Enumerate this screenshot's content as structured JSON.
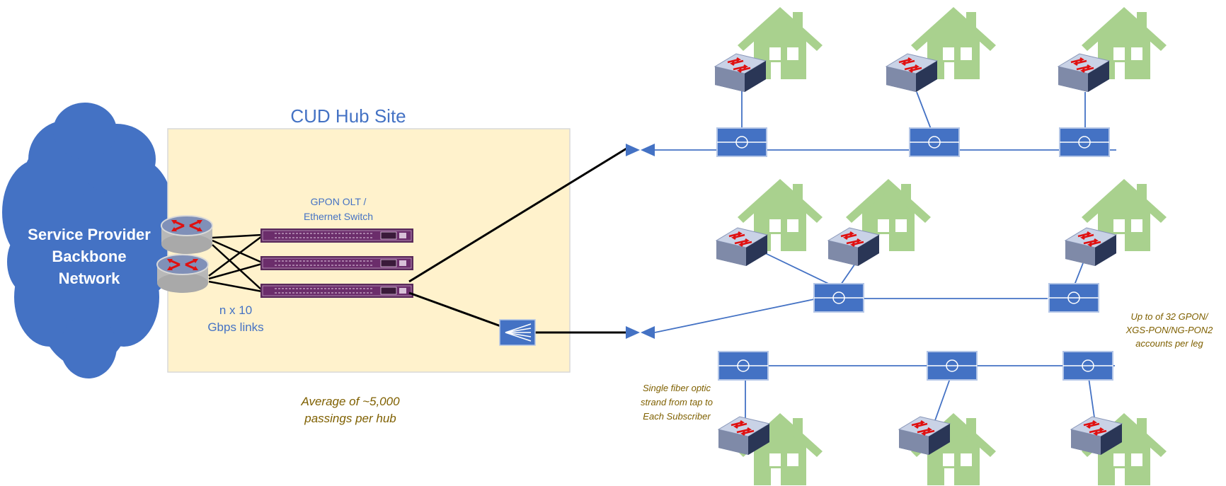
{
  "cloud": {
    "lines": [
      "Service Provider",
      "Backbone",
      "Network"
    ]
  },
  "hub": {
    "title": "CUD Hub Site"
  },
  "olt": {
    "lines": [
      "GPON OLT /",
      "Ethernet Switch"
    ]
  },
  "links": {
    "lines": [
      "n x 10",
      "Gbps links"
    ]
  },
  "notes": {
    "passings": [
      "Average of ~5,000",
      "passings per hub"
    ],
    "strand": [
      "Single fiber optic",
      "strand from tap to",
      "Each Subscriber"
    ],
    "accounts": [
      "Up to of 32 GPON/",
      "XGS-PON/NG-PON2",
      "accounts per leg"
    ]
  },
  "colors": {
    "accent_blue": "#4472c4",
    "hub_fill": "#fff2cc",
    "house_green": "#a9d18e",
    "olt_purple": "#6b2d6b",
    "note_brown": "#7f6000",
    "router_red": "#e01010"
  },
  "icons": {
    "router": "router-icon",
    "switch": "ethernet-switch-icon",
    "house": "house-icon",
    "tap": "fiber-tap-icon",
    "splitter": "optical-splitter-icon",
    "connector": "fiber-connector-icon"
  }
}
